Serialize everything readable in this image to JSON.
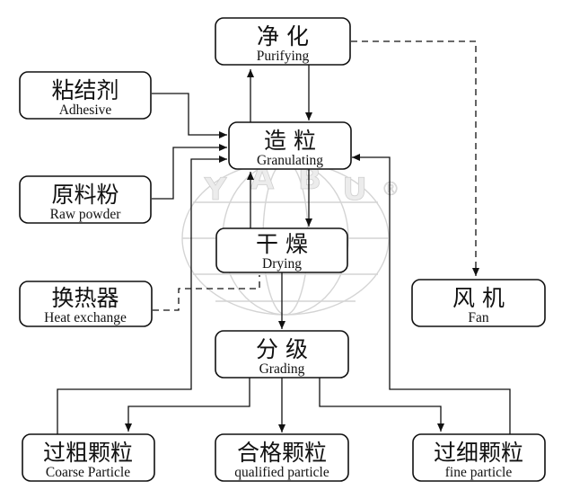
{
  "watermark": {
    "letters": [
      "Y",
      "A",
      "B",
      "U"
    ],
    "registered_mark": "®"
  },
  "nodes": {
    "purifying": {
      "zh": "净 化",
      "en": "Purifying"
    },
    "adhesive": {
      "zh": "粘结剂",
      "en": "Adhesive"
    },
    "granulating": {
      "zh": "造 粒",
      "en": "Granulating"
    },
    "raw_powder": {
      "zh": "原料粉",
      "en": "Raw powder"
    },
    "drying": {
      "zh": "干 燥",
      "en": "Drying"
    },
    "heat_exchange": {
      "zh": "换热器",
      "en": "Heat exchange"
    },
    "fan": {
      "zh": "风 机",
      "en": "Fan"
    },
    "grading": {
      "zh": "分 级",
      "en": "Grading"
    },
    "coarse": {
      "zh": "过粗颗粒",
      "en": "Coarse Particle"
    },
    "qualified": {
      "zh": "合格颗粒",
      "en": "qualified particle"
    },
    "fine": {
      "zh": "过细颗粒",
      "en": "fine particle"
    }
  }
}
